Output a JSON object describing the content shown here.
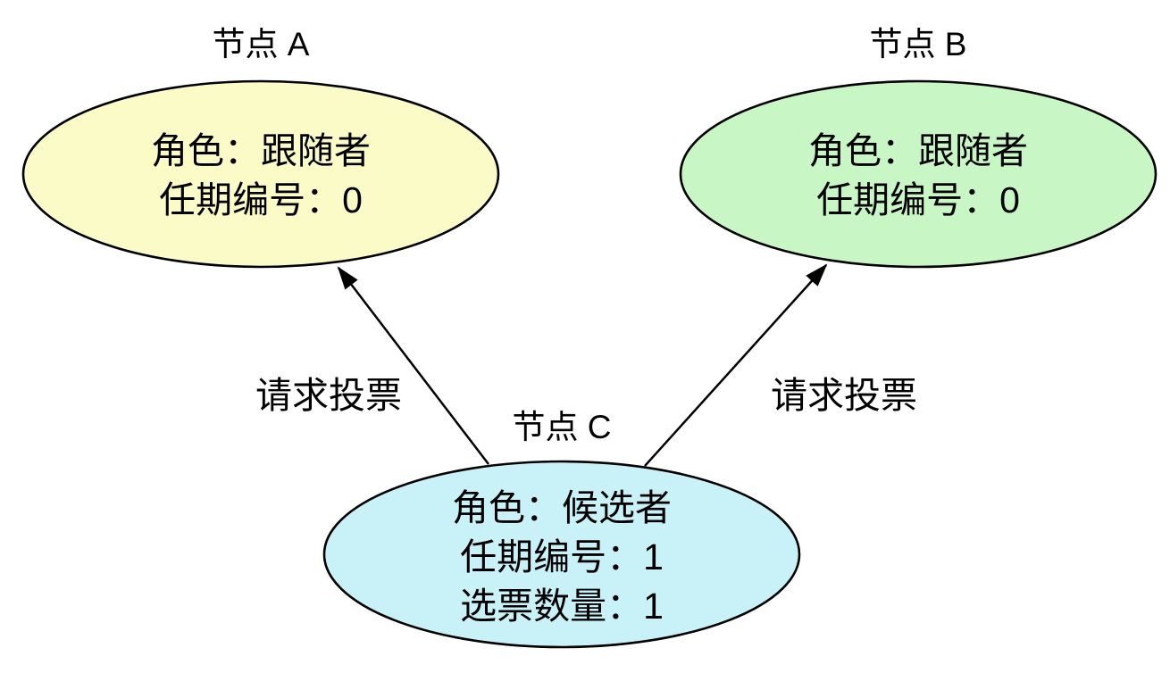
{
  "diagram": {
    "background_color": "#FFFFFF",
    "stroke_color": "#000000",
    "text_color": "#000000",
    "nodes": [
      {
        "id": "A",
        "title": "节点 A",
        "fill": "#FBFBC8",
        "lines": [
          "角色：跟随者",
          "任期编号：0"
        ]
      },
      {
        "id": "B",
        "title": "节点 B",
        "fill": "#C9F6C5",
        "lines": [
          "角色：跟随者",
          "任期编号：0"
        ]
      },
      {
        "id": "C",
        "title": "节点 C",
        "fill": "#C9F2F8",
        "lines": [
          "角色：候选者",
          "任期编号：1",
          "选票数量：1"
        ]
      }
    ],
    "edges": [
      {
        "from": "C",
        "to": "A",
        "label": "请求投票"
      },
      {
        "from": "C",
        "to": "B",
        "label": "请求投票"
      }
    ]
  }
}
